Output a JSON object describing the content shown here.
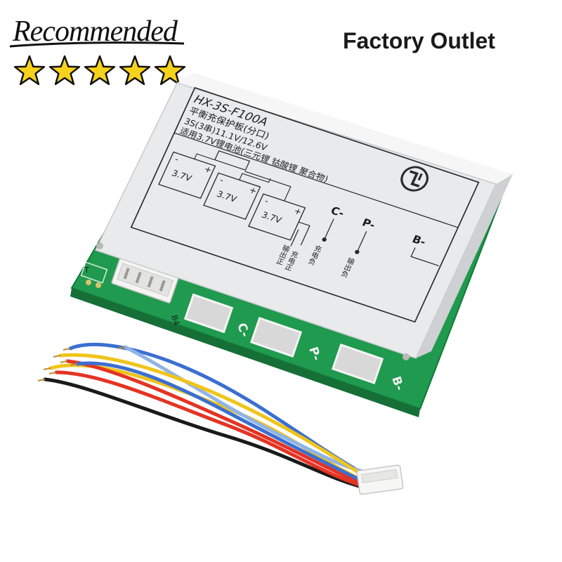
{
  "badge": {
    "recommended": "Recommended",
    "stars": 5,
    "star_color": "#f7d21b"
  },
  "promo": {
    "text": "Factory Outlet"
  },
  "label": {
    "model": "HX-3S-F100A",
    "line1": "平衡充保护板(分口)",
    "line2": "3S(3串)11.1V/12.6V",
    "line3": "适用3.7V锂电池(三元锂 钴酸锂 聚合物)",
    "cell_voltage": "3.7V",
    "plus": "+",
    "minus": "-",
    "terminal_c": "C-",
    "terminal_p": "P-",
    "terminal_b": "B-",
    "out_pos": "输出正",
    "chg_pos": "充电正",
    "chg_neg": "充电负",
    "out_neg": "输出负"
  },
  "pcb": {
    "pads": [
      "C-",
      "P-",
      "B-"
    ],
    "silk_t": "T",
    "silk_b": "B4",
    "board_color": "#1f9a4e",
    "plate_color": "#e9eaec"
  },
  "harness": {
    "wire_colors": [
      "#3b6fd1",
      "#f0c419",
      "#e53323",
      "#1a1a1a",
      "#8fb4e6"
    ]
  }
}
